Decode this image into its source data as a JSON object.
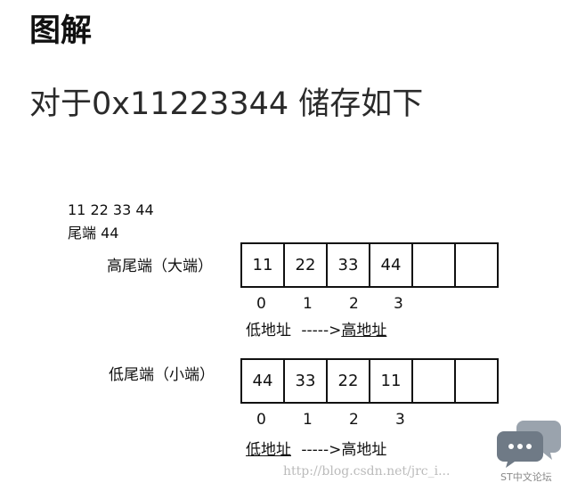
{
  "heading": "图解",
  "subheading": "对于0x11223344 储存如下",
  "notes": {
    "sequence": "11 22 33 44",
    "tail": "尾端 44"
  },
  "big_endian": {
    "label": "高尾端（大端）",
    "cells": [
      "11",
      "22",
      "33",
      "44",
      "",
      ""
    ],
    "indices": [
      "0",
      "1",
      "2",
      "3"
    ],
    "addr_low": "低地址",
    "arrow": "----->",
    "addr_high": "高地址"
  },
  "little_endian": {
    "label": "低尾端（小端）",
    "cells": [
      "44",
      "33",
      "22",
      "11",
      "",
      ""
    ],
    "indices": [
      "0",
      "1",
      "2",
      "3"
    ],
    "addr_low": "低地址",
    "arrow": "----->",
    "addr_high": "高地址"
  },
  "watermark": {
    "url": "http://blog.csdn.net/jrc_i...",
    "brand": "ST中文论坛",
    "logo_icon": "chat-bubbles-icon"
  }
}
